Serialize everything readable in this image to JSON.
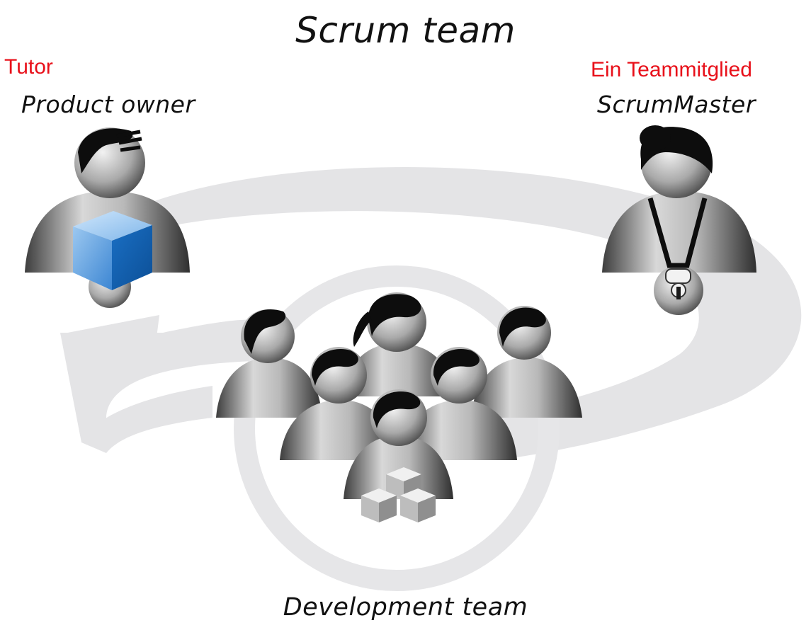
{
  "diagram": {
    "title": "Scrum team",
    "product_owner": {
      "annotation": "Tutor",
      "label": "Product owner"
    },
    "scrum_master": {
      "annotation": "Ein Teammitglied",
      "label": "ScrumMaster"
    },
    "development_team": {
      "label": "Development team"
    },
    "colors": {
      "annotation_red": "#e8101a",
      "arrow_gray": "#e4e4e6",
      "cube_blue": "#1a6fc4",
      "hair_black": "#0d0d0d"
    }
  }
}
